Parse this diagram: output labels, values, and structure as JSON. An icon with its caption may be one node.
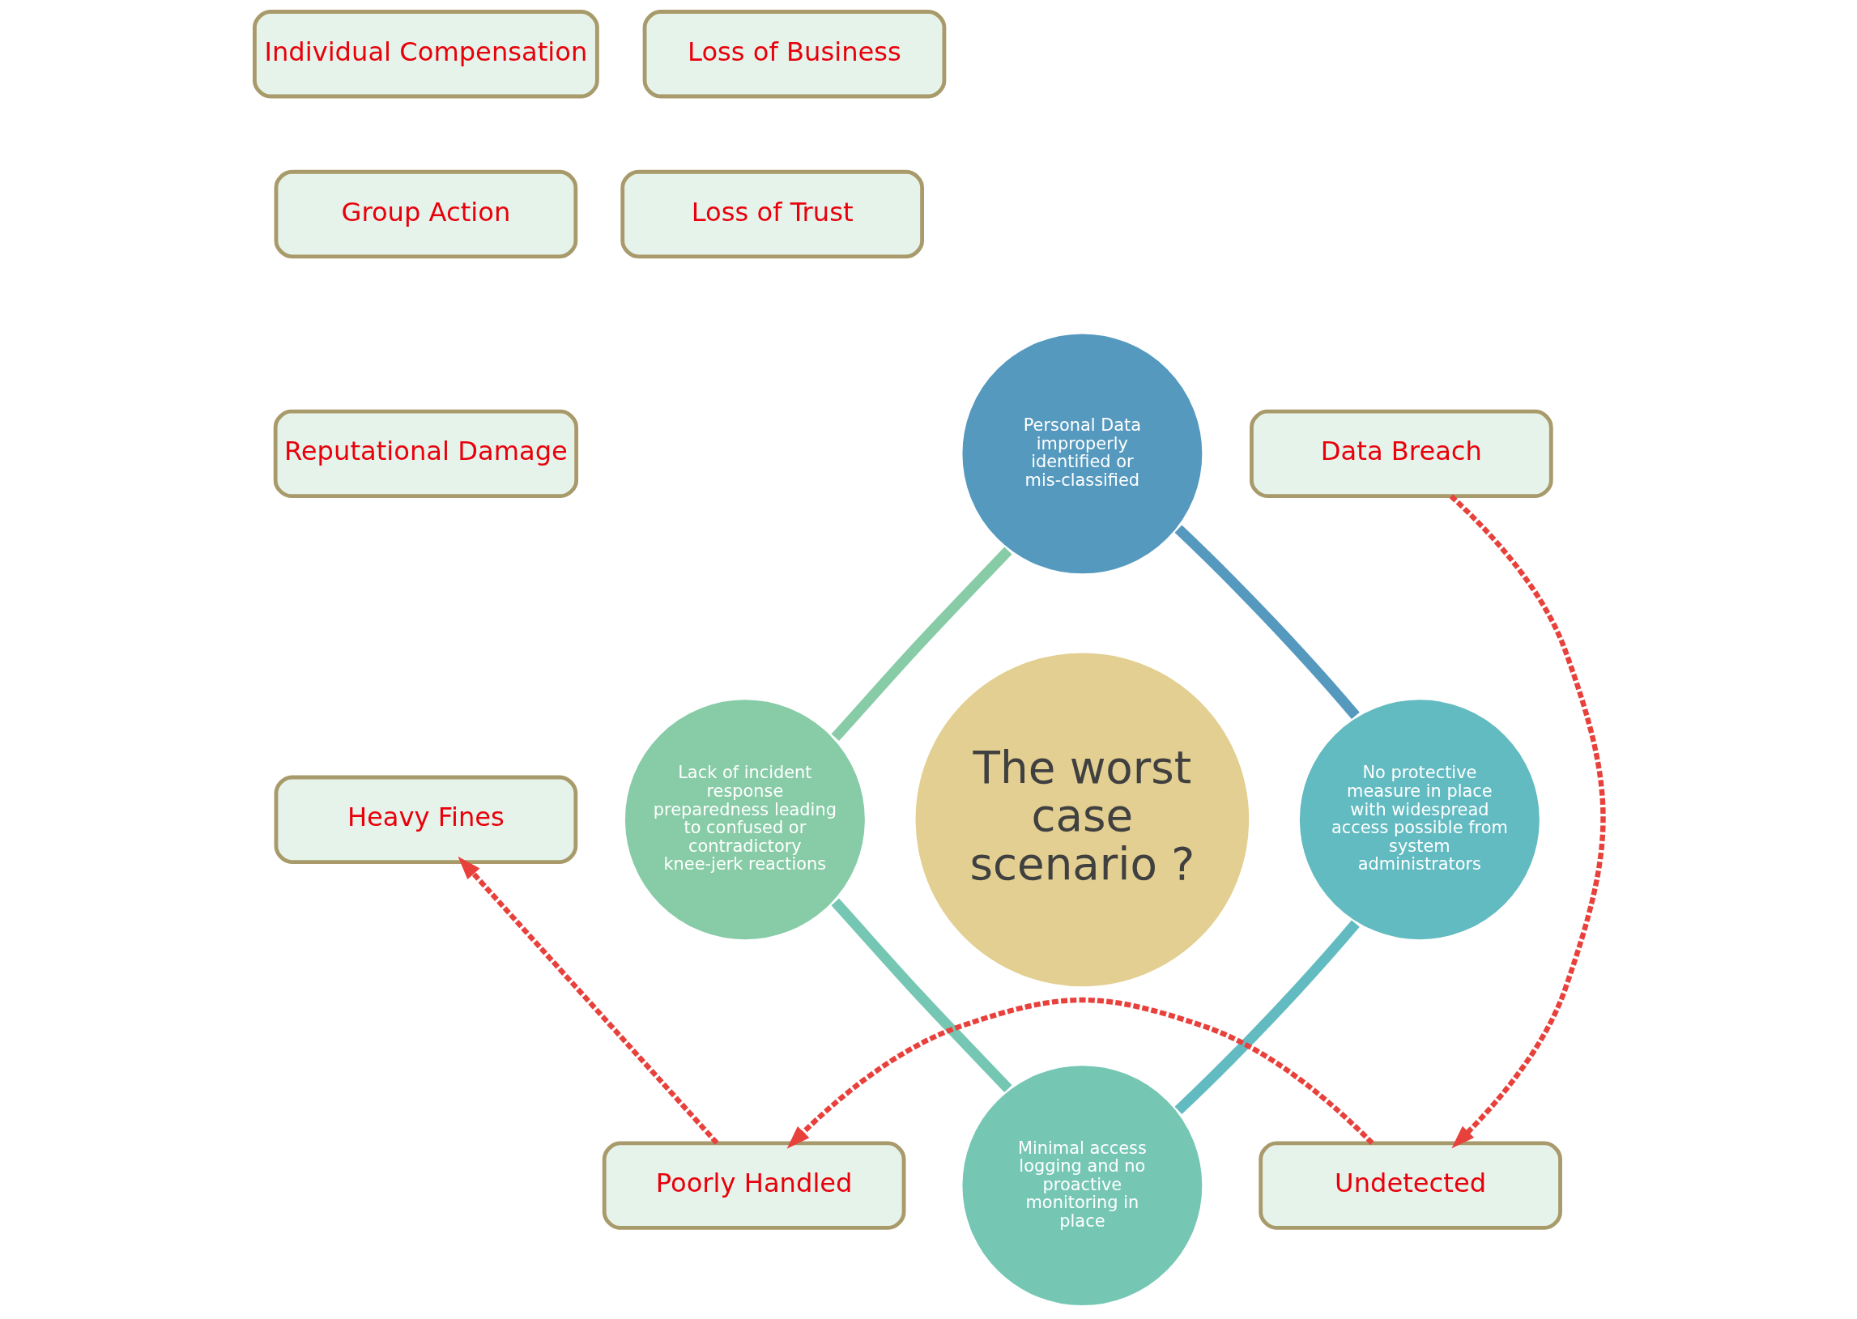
{
  "diagram": {
    "nodes": [
      {
        "text": [
          "Individual Compensation"
        ]
      },
      {
        "text": [
          "Loss of Business"
        ]
      },
      {
        "text": [
          "Group Action"
        ]
      },
      {
        "text": [
          "Loss of Trust"
        ]
      },
      {
        "text": [
          "Reputational Damage"
        ]
      },
      {
        "text": [
          "Heavy Fines"
        ]
      },
      {
        "text": [
          "Personal Data improperly identified or mis-classified"
        ]
      },
      {
        "text": [
          "No protective measure in place with widespread access possible from system administrators"
        ]
      },
      {
        "text": [
          "Minimal access logging and no proactive monitoring in place"
        ]
      },
      {
        "text": [
          "Lack of incident response preparedness leading to confused or contradictory knee-jerk reactions"
        ]
      },
      {
        "text": [
          "The worst case scenario ?"
        ]
      },
      {
        "text": [
          "Data Breach"
        ]
      },
      {
        "text": [
          "Undetected"
        ]
      },
      {
        "text": [
          "Poorly Handled"
        ]
      }
    ],
    "edges": [
      {
        "from": 6,
        "to": 7,
        "arrow": "none",
        "color": "#5599bf"
      },
      {
        "from": 7,
        "to": 8,
        "arrow": "none",
        "color": "#62bbc1"
      },
      {
        "from": 8,
        "to": 9,
        "arrow": "none",
        "color": "#75c7b4"
      },
      {
        "from": 9,
        "to": 6,
        "arrow": "none",
        "color": "#87cca6"
      },
      {
        "from": 11,
        "to": 12,
        "arrow": "to",
        "style": "dashed",
        "color": "#e8413c"
      },
      {
        "from": 12,
        "to": 13,
        "arrow": "to",
        "style": "dashed",
        "color": "#e8413c"
      },
      {
        "from": 13,
        "to": 5,
        "arrow": "to",
        "style": "dashed",
        "color": "#e8413c"
      }
    ]
  }
}
